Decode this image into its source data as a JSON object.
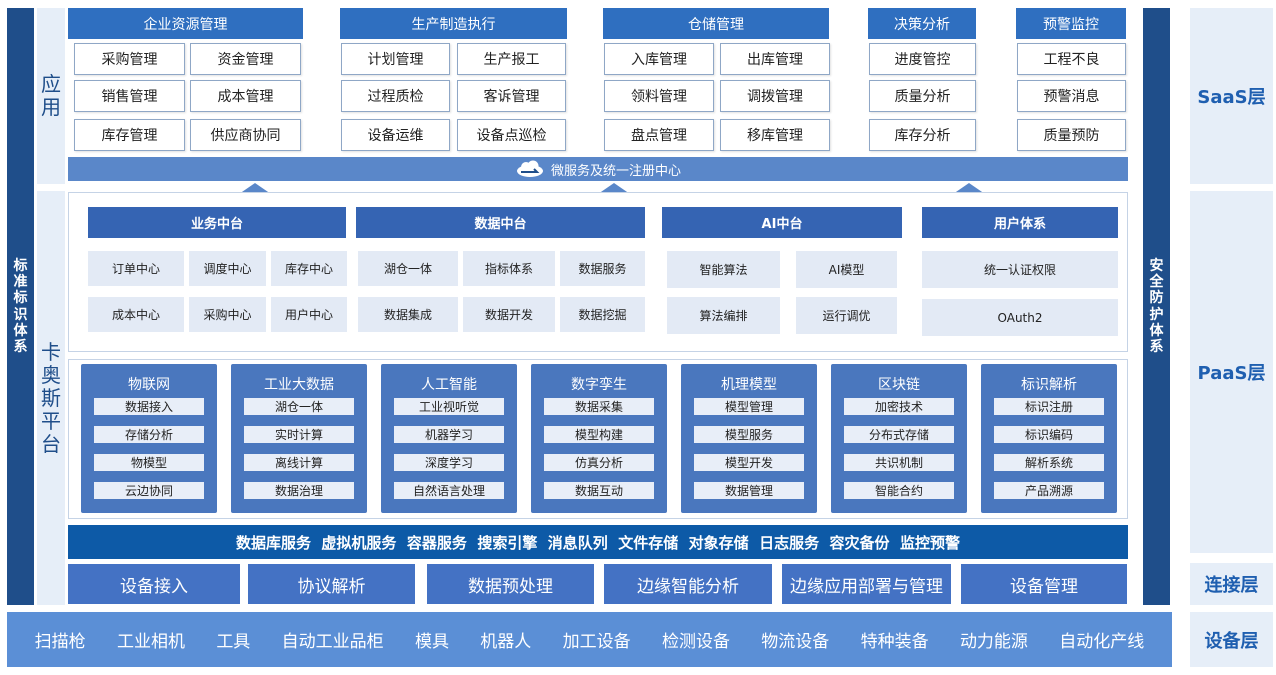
{
  "left_bar": [
    "标",
    "准",
    "标",
    "识",
    "体",
    "系"
  ],
  "right_bar": [
    "安",
    "全",
    "防",
    "护",
    "体",
    "系"
  ],
  "app_label": [
    "应",
    "用"
  ],
  "platform_label": [
    "卡",
    "奥",
    "斯",
    "平",
    "台"
  ],
  "layers": {
    "saas": "SaaS层",
    "paas": "PaaS层",
    "connection": "连接层",
    "device": "设备层"
  },
  "apps": [
    {
      "title": "企业资源管理",
      "items": [
        "采购管理",
        "资金管理",
        "销售管理",
        "成本管理",
        "库存管理",
        "供应商协同"
      ]
    },
    {
      "title": "生产制造执行",
      "items": [
        "计划管理",
        "生产报工",
        "过程质检",
        "客诉管理",
        "设备运维",
        "设备点巡检"
      ]
    },
    {
      "title": "仓储管理",
      "items": [
        "入库管理",
        "出库管理",
        "领料管理",
        "调拨管理",
        "盘点管理",
        "移库管理"
      ]
    },
    {
      "title": "决策分析",
      "items": [
        "进度管控",
        "质量分析",
        "库存分析"
      ]
    },
    {
      "title": "预警监控",
      "items": [
        "工程不良",
        "预警消息",
        "质量预防"
      ]
    }
  ],
  "microservice": "微服务及统一注册中心",
  "middle_platforms": [
    {
      "title": "业务中台",
      "items": [
        "订单中心",
        "调度中心",
        "库存中心",
        "成本中心",
        "采购中心",
        "用户中心"
      ]
    },
    {
      "title": "数据中台",
      "items": [
        "湖仓一体",
        "指标体系",
        "数据服务",
        "数据集成",
        "数据开发",
        "数据挖掘"
      ]
    },
    {
      "title": "AI中台",
      "items": [
        "智能算法",
        "AI模型",
        "算法编排",
        "运行调优"
      ]
    },
    {
      "title": "用户体系",
      "items": [
        "统一认证权限",
        "OAuth2"
      ]
    }
  ],
  "tech": [
    {
      "title": "物联网",
      "items": [
        "数据接入",
        "存储分析",
        "物模型",
        "云边协同"
      ]
    },
    {
      "title": "工业大数据",
      "items": [
        "湖仓一体",
        "实时计算",
        "离线计算",
        "数据治理"
      ]
    },
    {
      "title": "人工智能",
      "items": [
        "工业视听觉",
        "机器学习",
        "深度学习",
        "自然语言处理"
      ]
    },
    {
      "title": "数字孪生",
      "items": [
        "数据采集",
        "模型构建",
        "仿真分析",
        "数据互动"
      ]
    },
    {
      "title": "机理模型",
      "items": [
        "模型管理",
        "模型服务",
        "模型开发",
        "数据管理"
      ]
    },
    {
      "title": "区块链",
      "items": [
        "加密技术",
        "分布式存储",
        "共识机制",
        "智能合约"
      ]
    },
    {
      "title": "标识解析",
      "items": [
        "标识注册",
        "标识编码",
        "解析系统",
        "产品溯源"
      ]
    }
  ],
  "services": "数据库服务  虚拟机服务  容器服务  搜索引擎  消息队列  文件存储  对象存储  日志服务  容灾备份  监控预警",
  "connection": [
    "设备接入",
    "协议解析",
    "数据预处理",
    "边缘智能分析",
    "边缘应用部署与管理",
    "设备管理"
  ],
  "devices": [
    "扫描枪",
    "工业相机",
    "工具",
    "自动工业品柜",
    "模具",
    "机器人",
    "加工设备",
    "检测设备",
    "物流设备",
    "特种装备",
    "动力能源",
    "自动化产线"
  ],
  "colors": {
    "navy": "#1f4e8a",
    "primary": "#2f6fc0",
    "card": "#4a77be",
    "service_bar": "#0d5aa7",
    "light": "#e6eef8"
  }
}
